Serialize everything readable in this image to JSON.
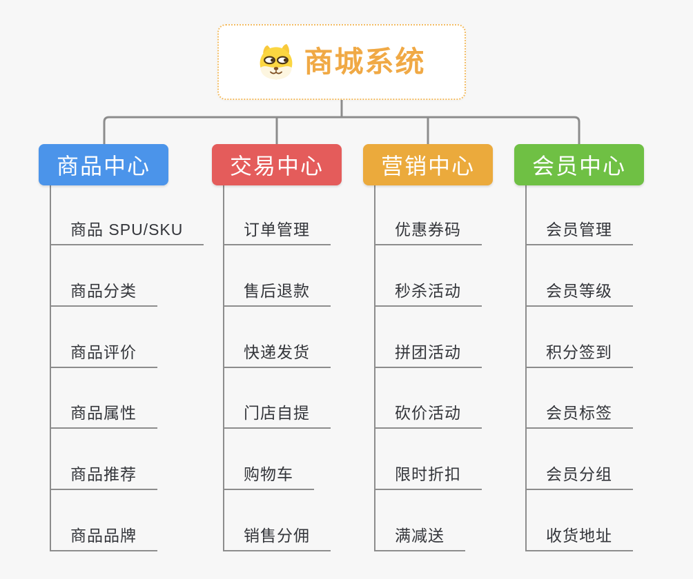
{
  "root": {
    "title": "商城系统",
    "icon": "dog-face-icon",
    "border_color": "#f3bc62",
    "title_color": "#f0a945"
  },
  "branches": [
    {
      "id": "product",
      "label": "商品中心",
      "color": "#4b94ea",
      "children": [
        "商品 SPU/SKU",
        "商品分类",
        "商品评价",
        "商品属性",
        "商品推荐",
        "商品品牌"
      ]
    },
    {
      "id": "trade",
      "label": "交易中心",
      "color": "#e45c5b",
      "children": [
        "订单管理",
        "售后退款",
        "快递发货",
        "门店自提",
        "购物车",
        "销售分佣"
      ]
    },
    {
      "id": "marketing",
      "label": "营销中心",
      "color": "#ebaa3c",
      "children": [
        "优惠券码",
        "秒杀活动",
        "拼团活动",
        "砍价活动",
        "限时折扣",
        "满减送"
      ]
    },
    {
      "id": "member",
      "label": "会员中心",
      "color": "#6fc044",
      "children": [
        "会员管理",
        "会员等级",
        "积分签到",
        "会员标签",
        "会员分组",
        "收货地址"
      ]
    }
  ],
  "theme": {
    "background": "#f7f7f7",
    "connector_color": "#8c8c8c",
    "item_text_color": "#33353a",
    "header_text_color": "#ffffff"
  }
}
